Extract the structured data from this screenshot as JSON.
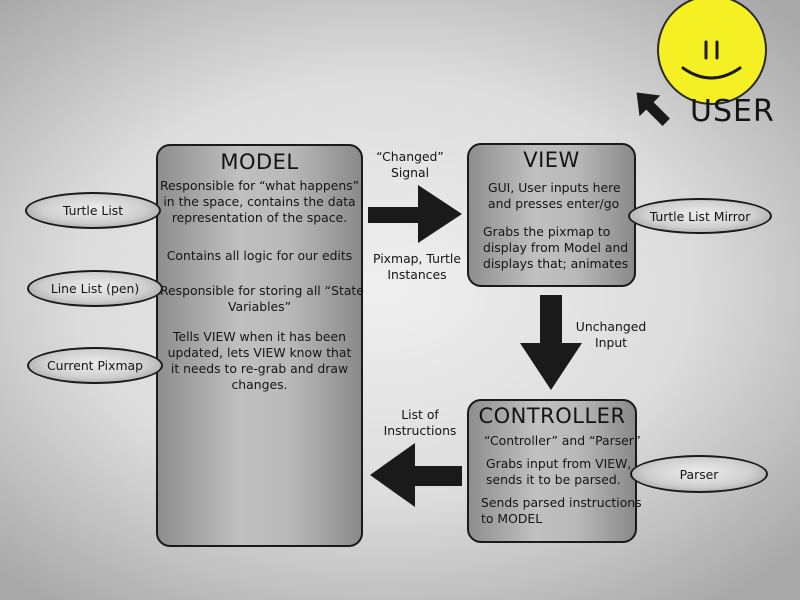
{
  "model": {
    "title": "MODEL",
    "p1": [
      "Responsible for “what happens”",
      "in the space, contains the data",
      "representation of the space."
    ],
    "p2": [
      "Contains all logic for our edits"
    ],
    "p3": [
      "Responsible for storing all “State",
      "Variables”"
    ],
    "p4": [
      "Tells VIEW when it has been",
      "updated, lets VIEW know that",
      "it needs to re-grab and draw",
      "changes."
    ]
  },
  "view": {
    "title": "VIEW",
    "p1": [
      "GUI, User inputs here",
      "and presses enter/go"
    ],
    "p2": [
      "Grabs the pixmap to",
      "display from Model and",
      "displays that; animates"
    ]
  },
  "controller": {
    "title": "CONTROLLER",
    "p1": [
      "“Controller” and “Parser”"
    ],
    "p2": [
      "Grabs input from VIEW,",
      "sends it to be parsed."
    ],
    "p3": [
      "Sends parsed instructions",
      "to MODEL"
    ]
  },
  "ellipses": {
    "turtle_list": "Turtle List",
    "line_list": "Line List (pen)",
    "current_pixmap": "Current Pixmap",
    "turtle_list_mirror": "Turtle List Mirror",
    "parser": "Parser"
  },
  "arrow_labels": {
    "changed_signal": [
      "“Changed”",
      "Signal"
    ],
    "pixmap_turtle": [
      "Pixmap, Turtle",
      "Instances"
    ],
    "unchanged_input": [
      "Unchanged",
      "Input"
    ],
    "list_of_instructions": [
      "List of",
      "Instructions"
    ]
  },
  "user": {
    "label": "USER"
  },
  "colors": {
    "smiley_face": "#f5f024",
    "box_dark": "#8e8e8e",
    "box_light": "#c0c0c0",
    "arrow": "#1a1a1a"
  }
}
